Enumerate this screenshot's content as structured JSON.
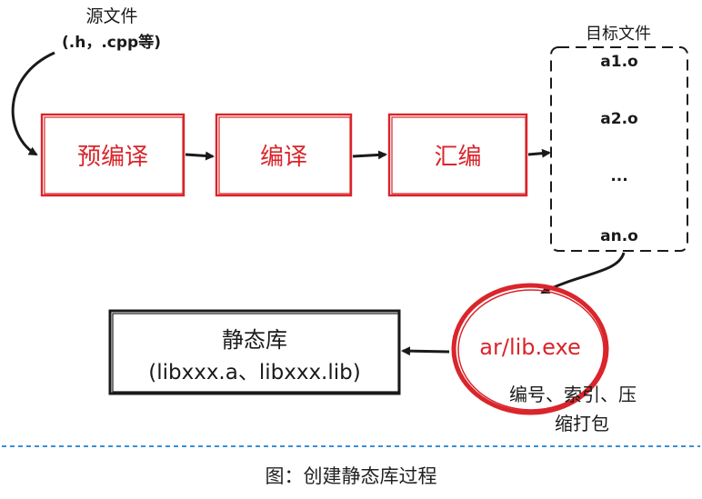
{
  "source": {
    "label": "源文件",
    "sub": "(.h，.cpp等)"
  },
  "stages": [
    {
      "label": "预编译"
    },
    {
      "label": "编译"
    },
    {
      "label": "汇编"
    }
  ],
  "targets": {
    "label": "目标文件",
    "items": [
      "a1.o",
      "a2.o",
      "...",
      "an.o"
    ]
  },
  "tool": {
    "label": "ar/lib.exe",
    "desc_line1": "编号、索引、压",
    "desc_line2": "缩打包"
  },
  "library": {
    "title": "静态库",
    "sub": "(libxxx.a、libxxx.lib)"
  },
  "caption": "图：创建静态库过程",
  "colors": {
    "accent_red": "#d9252b",
    "stroke_black": "#1a1a1a",
    "divider_blue": "#3b8fd6"
  }
}
